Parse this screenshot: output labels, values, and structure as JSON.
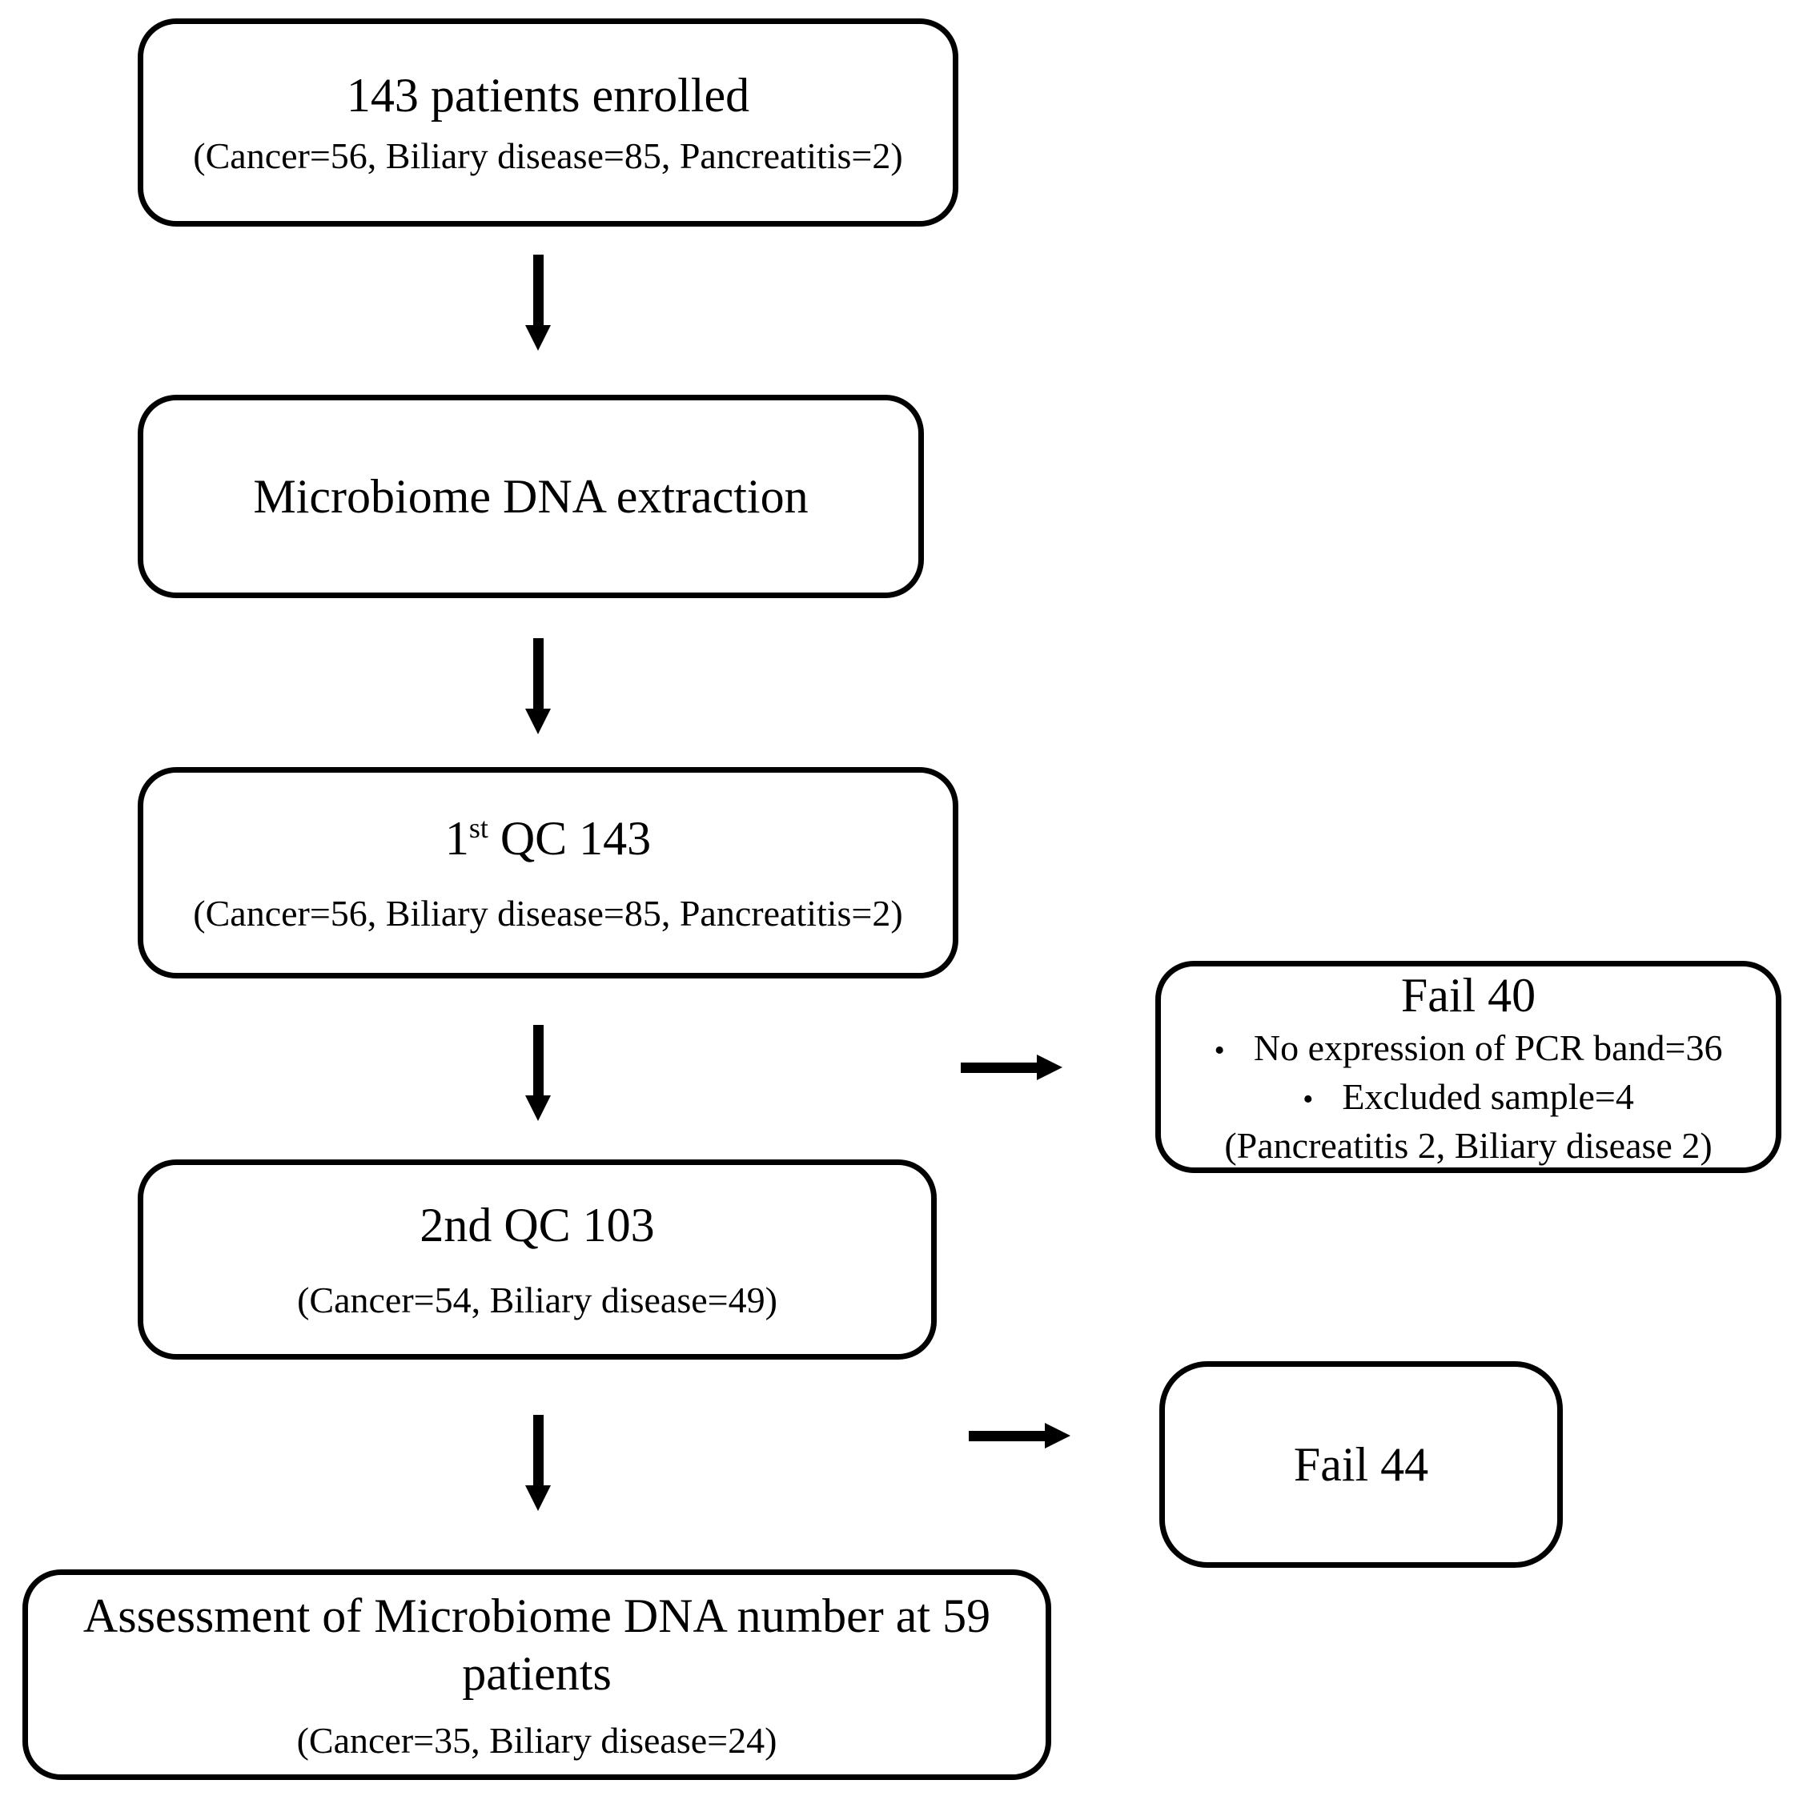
{
  "figure": {
    "background_color": "#ffffff",
    "ink_color": "#000000"
  },
  "nodes": {
    "enrolled": {
      "title": "143 patients enrolled",
      "subtitle": "(Cancer=56, Biliary disease=85, Pancreatitis=2)"
    },
    "extraction": {
      "title": "Microbiome DNA extraction"
    },
    "qc1": {
      "title_num": "1",
      "title_ordinal": "st",
      "title_rest": " QC 143",
      "subtitle": "(Cancer=56, Biliary disease=85, Pancreatitis=2)"
    },
    "fail40": {
      "title": "Fail 40",
      "bullet_glyph": "•",
      "bullets": [
        "No expression of PCR band=36",
        "Excluded sample=4"
      ],
      "note": "(Pancreatitis 2, Biliary disease 2)"
    },
    "qc2": {
      "title": "2nd QC 103",
      "subtitle": "(Cancer=54, Biliary disease=49)"
    },
    "fail44": {
      "title": "Fail 44"
    },
    "assessment": {
      "title_line1": "Assessment of Microbiome DNA number at 59",
      "title_line2": "patients",
      "subtitle": "(Cancer=35, Biliary disease=24)"
    }
  }
}
